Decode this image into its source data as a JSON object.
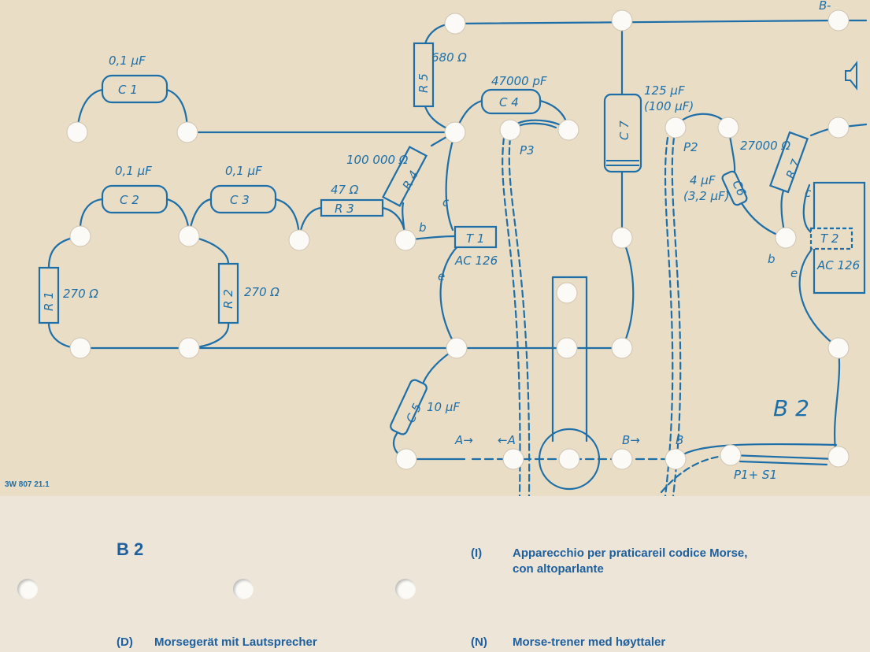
{
  "components": {
    "c1": {
      "name": "C 1",
      "value": "0,1 µF"
    },
    "c2": {
      "name": "C 2",
      "value": "0,1 µF"
    },
    "c3": {
      "name": "C 3",
      "value": "0,1 µF"
    },
    "c4": {
      "name": "C 4",
      "value": "47000 pF"
    },
    "c5": {
      "name": "C 5",
      "value": "10 µF"
    },
    "c6": {
      "name": "C6",
      "value": "4 µF",
      "value2": "(3,2 µF)"
    },
    "c7": {
      "name": "C 7",
      "value": "125 µF",
      "value2": "(100 µF)"
    },
    "r1": {
      "name": "R 1",
      "value": "270 Ω"
    },
    "r2": {
      "name": "R 2",
      "value": "270 Ω"
    },
    "r3": {
      "name": "R 3",
      "value": "47 Ω"
    },
    "r4": {
      "name": "R 4",
      "value": "100 000 Ω"
    },
    "r5": {
      "name": "R 5",
      "value": "680 Ω"
    },
    "r7": {
      "name": "R 7",
      "value": "27000 Ω"
    },
    "t1": {
      "name": "T 1",
      "type": "AC 126"
    },
    "t2": {
      "name": "T 2",
      "type": "AC 126"
    }
  },
  "pins": {
    "b": "b",
    "c": "c",
    "e": "e"
  },
  "points": {
    "a_left": "A→",
    "a_right": "←A",
    "b_left": "B→",
    "b_right": "B",
    "p3": "P3",
    "p2": "P2",
    "p1s1": "P1+ S1",
    "b_minus": "B-"
  },
  "board_label": "B 2",
  "part_code": "3W 807 21.1",
  "bottom": {
    "title": "B 2",
    "d_code": "(D)",
    "d_text": "Morsegerät mit Lautsprecher",
    "i_code": "(I)",
    "i_text_1": "Apparecchio per praticareil codice Morse,",
    "i_text_2": "con altoparlante",
    "n_code": "(N)",
    "n_text": "Morse-trener med høyttaler"
  }
}
